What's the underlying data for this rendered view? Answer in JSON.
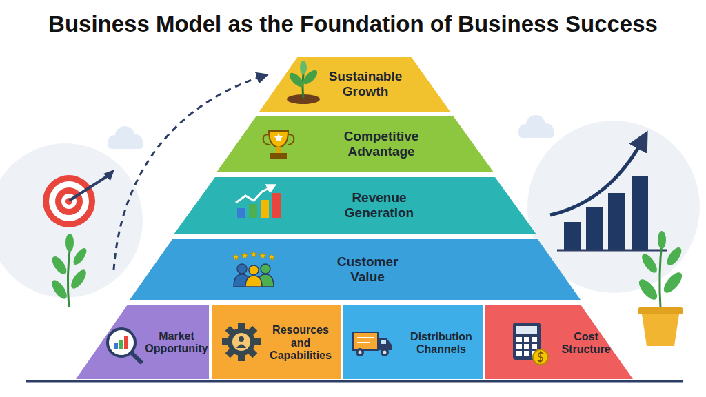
{
  "diagram": {
    "title": "Business Model as the Foundation of Business Success",
    "nodes": [
      {
        "text": [
          "Sustainable Growth"
        ]
      },
      {
        "text": [
          "Competitive Advantage"
        ]
      },
      {
        "text": [
          "Revenue Generation"
        ]
      },
      {
        "text": [
          "Customer Value"
        ]
      },
      {
        "text": [
          "Market Opportunity"
        ]
      },
      {
        "text": [
          "Resources and Capabilities"
        ]
      },
      {
        "text": [
          "Distribution Channels"
        ]
      },
      {
        "text": [
          "Cost Structure"
        ]
      }
    ]
  }
}
